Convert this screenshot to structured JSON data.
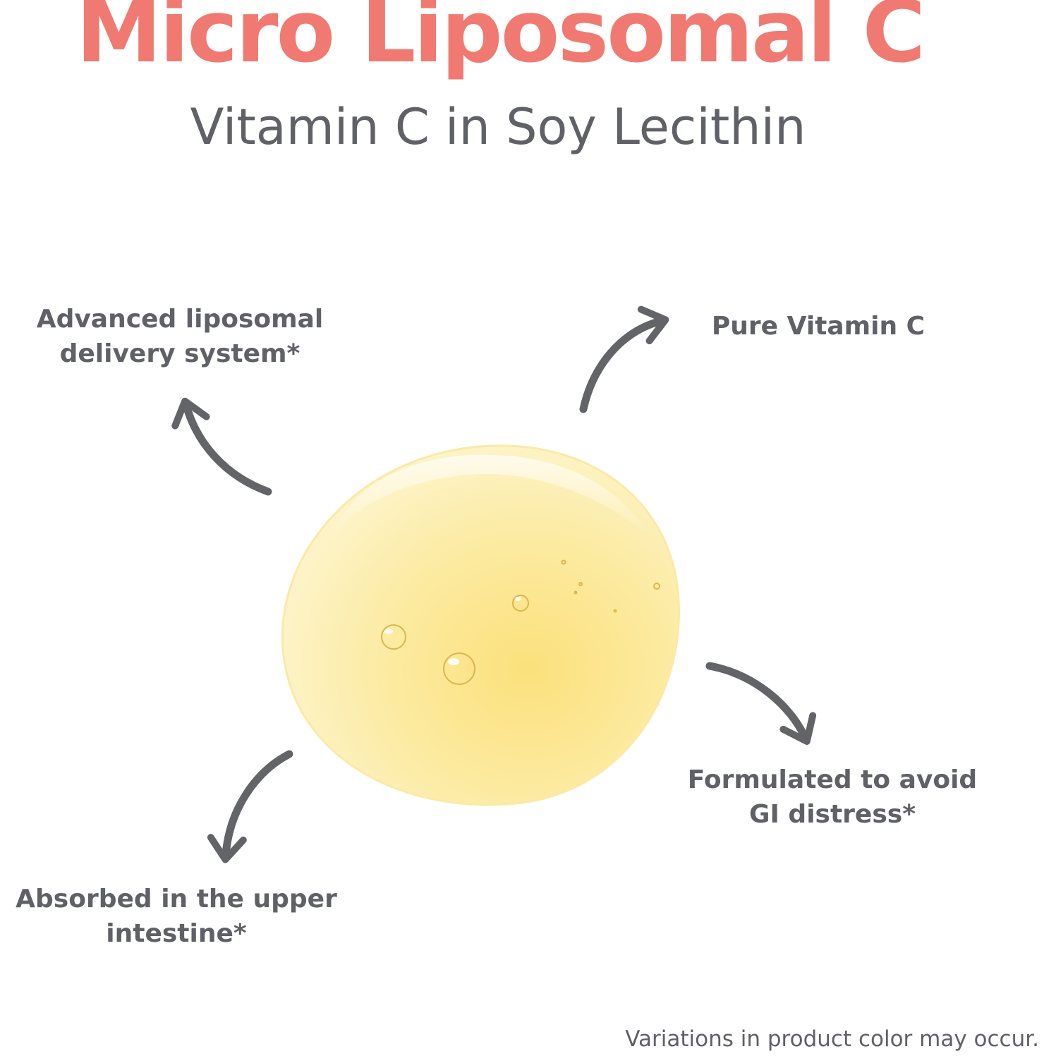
{
  "header": {
    "title": "Micro Liposomal C",
    "subtitle": "Vitamin C in Soy Lecithin"
  },
  "callouts": {
    "top_left": {
      "line1": "Advanced liposomal",
      "line2": "delivery system*"
    },
    "top_right": {
      "line1": "Pure Vitamin C"
    },
    "bottom_right": {
      "line1": "Formulated to avoid",
      "line2": "GI distress*"
    },
    "bottom_left": {
      "line1": "Absorbed in the upper",
      "line2": "intestine*"
    }
  },
  "footnote": "Variations in product color may occur.",
  "colors": {
    "title": "#f07a71",
    "text": "#5f6167",
    "arrow": "#636468",
    "droplet": "#fbe58a"
  },
  "icons": {
    "droplet": "liposome-droplet-icon",
    "arrow": "curved-arrow-icon"
  }
}
